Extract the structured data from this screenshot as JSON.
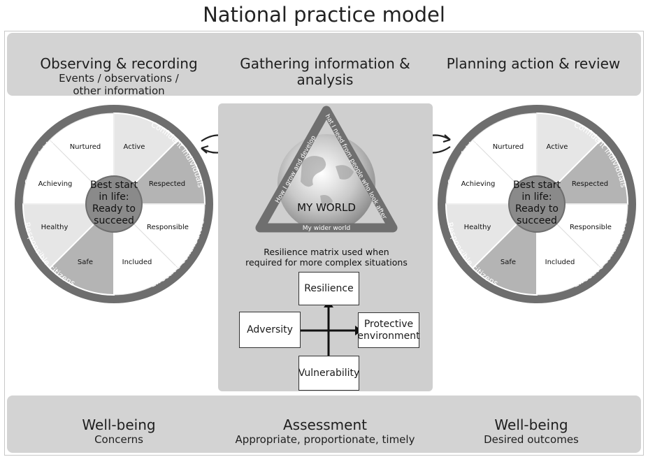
{
  "title": "National practice model",
  "top_band": {
    "left": {
      "heading": "Observing & recording",
      "subline1": "Events / observations /",
      "subline2": "other information"
    },
    "center": {
      "heading_line1": "Gathering information &",
      "heading_line2": "analysis"
    },
    "right": {
      "heading": "Planning action & review"
    }
  },
  "wheel": {
    "center_line1": "Best start",
    "center_line2": "in life:",
    "center_line3": "Ready to",
    "center_line4": "succeed",
    "segments": [
      "Active",
      "Respected",
      "Responsible",
      "Included",
      "Safe",
      "Healthy",
      "Achieving",
      "Nurtured"
    ],
    "ring_labels": [
      "Successful learners",
      "Confident individuals",
      "Effective contributors",
      "Responsible citizens"
    ]
  },
  "my_world": {
    "center_label": "MY WORLD",
    "side_left": "How I grow and develop",
    "side_right": "What I need from people who look after me",
    "side_bottom": "My wider world"
  },
  "resilience": {
    "caption_line1": "Resilience matrix used when",
    "caption_line2": "required for more complex situations",
    "top": "Resilience",
    "left": "Adversity",
    "right_line1": "Protective",
    "right_line2": "environment",
    "bottom": "Vulnerability"
  },
  "bottom_band": {
    "left": {
      "heading": "Well-being",
      "sub": "Concerns"
    },
    "center": {
      "heading": "Assessment",
      "sub": "Appropriate, proportionate, timely"
    },
    "right": {
      "heading": "Well-being",
      "sub": "Desired outcomes"
    }
  },
  "colors": {
    "band": "#d3d3d3",
    "ring": "#6e6e6e",
    "hub": "#8a8a8a",
    "segment_light": "#e6e6e6",
    "segment_mid": "#b4b4b4",
    "panel": "#cfcfcf"
  }
}
